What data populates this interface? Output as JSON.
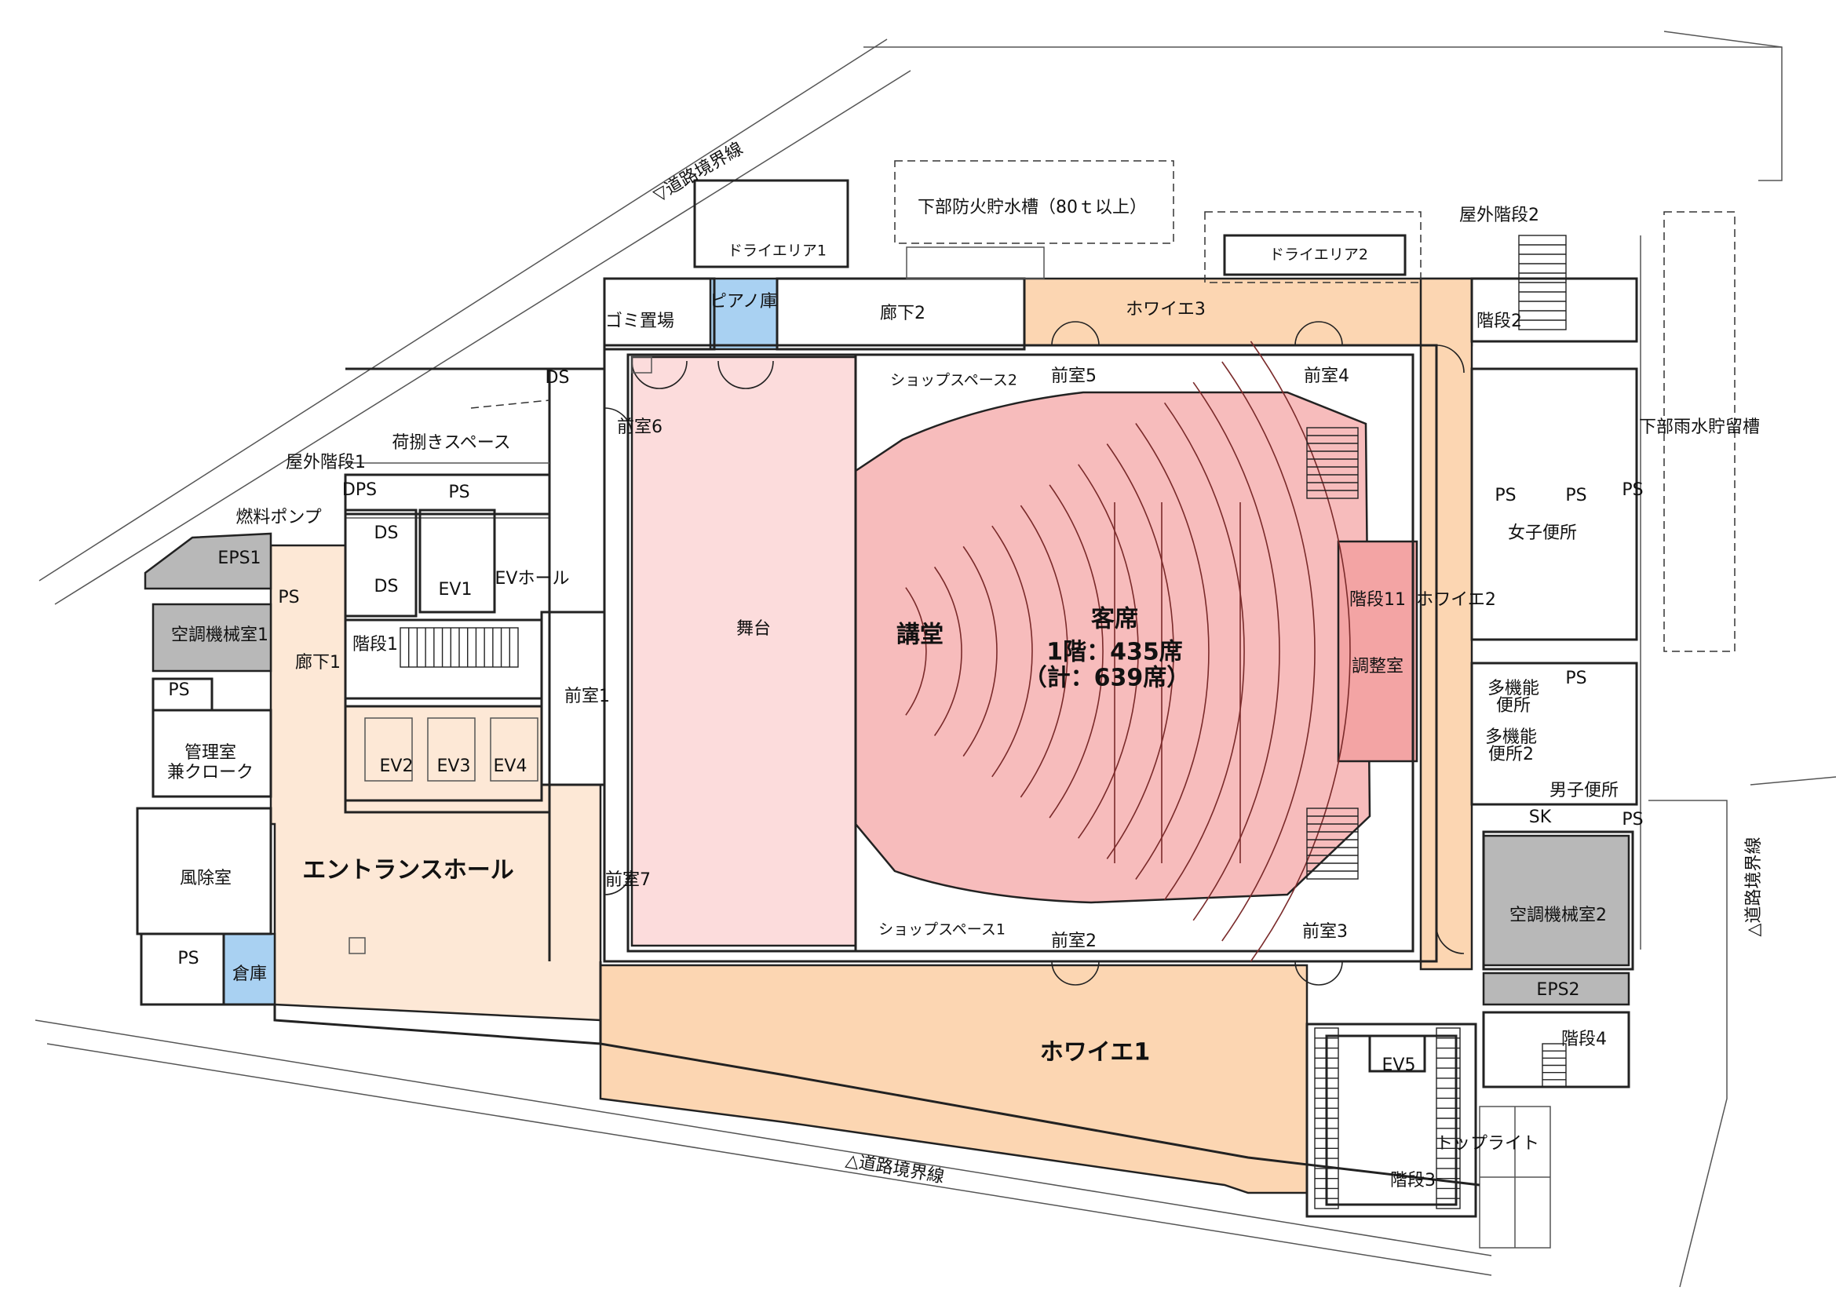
{
  "colors": {
    "entrance": "#fde8d6",
    "foyer": "#fcd6b2",
    "stage": "#fcdcdc",
    "auditorium": "#f7bcbc",
    "control": "#f3a4a4",
    "storage": "#a9d1f2",
    "machine": "#b8b8b8"
  },
  "labels": {
    "road_top": "▽道路境界線",
    "road_bottom": "△道路境界線",
    "road_right": "△道路境界線",
    "fire_tank": "下部防火貯水槽（80ｔ以上）",
    "dry_area1": "ドライエリア1",
    "dry_area2": "ドライエリア2",
    "outdoor_stair2": "屋外階段2",
    "rain_tank": "下部雨水貯留槽",
    "garbage": "ゴミ置場",
    "piano": "ピアノ庫",
    "corridor2": "廊下2",
    "foyer3": "ホワイエ3",
    "stair2": "階段2",
    "ds_top": "DS",
    "anteroom6": "前室6",
    "shop_space2": "ショップスペース2",
    "anteroom5": "前室5",
    "anteroom4": "前室4",
    "unloading": "荷捌きスペース",
    "outdoor_stair1": "屋外階段1",
    "dps": "DPS",
    "ps_top": "PS",
    "fuel_pump": "燃料ポンプ",
    "eps1": "EPS1",
    "ps_a": "PS",
    "ds1": "DS",
    "ds2": "DS",
    "ev1": "EV1",
    "ev_hall": "EVホール",
    "ac1": "空調機械室1",
    "corridor1": "廊下1",
    "stair1": "階段1",
    "ps_b": "PS",
    "admin": "管理室",
    "admin2": "兼クローク",
    "ev2": "EV2",
    "ev3": "EV3",
    "ev4": "EV4",
    "anteroom1": "前室1",
    "stage": "舞台",
    "auditorium": "講堂",
    "seats_title": "客席",
    "seats_line2": "1階：435席",
    "seats_line3": "（計：639席）",
    "stair11": "階段11",
    "foyer2": "ホワイエ2",
    "control": "調整室",
    "womens_wc": "女子便所",
    "ps_r1": "PS",
    "ps_r2": "PS",
    "ps_r3": "PS",
    "multi_wc1": "多機能",
    "multi_wc1b": "便所",
    "multi_wc2": "多機能",
    "multi_wc2b": "便所2",
    "ps_r4": "PS",
    "mens_wc": "男子便所",
    "sk": "SK",
    "ps_r5": "PS",
    "windbreak": "風除室",
    "entrance_hall": "エントランスホール",
    "anteroom7": "前室7",
    "shop_space1": "ショップスペース1",
    "anteroom2": "前室2",
    "anteroom3": "前室3",
    "ac2": "空調機械室2",
    "eps2": "EPS2",
    "stair4": "階段4",
    "ps_c": "PS",
    "storage": "倉庫",
    "foyer1": "ホワイエ1",
    "ev5": "EV5",
    "toplight": "トップライト",
    "stair3": "階段3"
  }
}
